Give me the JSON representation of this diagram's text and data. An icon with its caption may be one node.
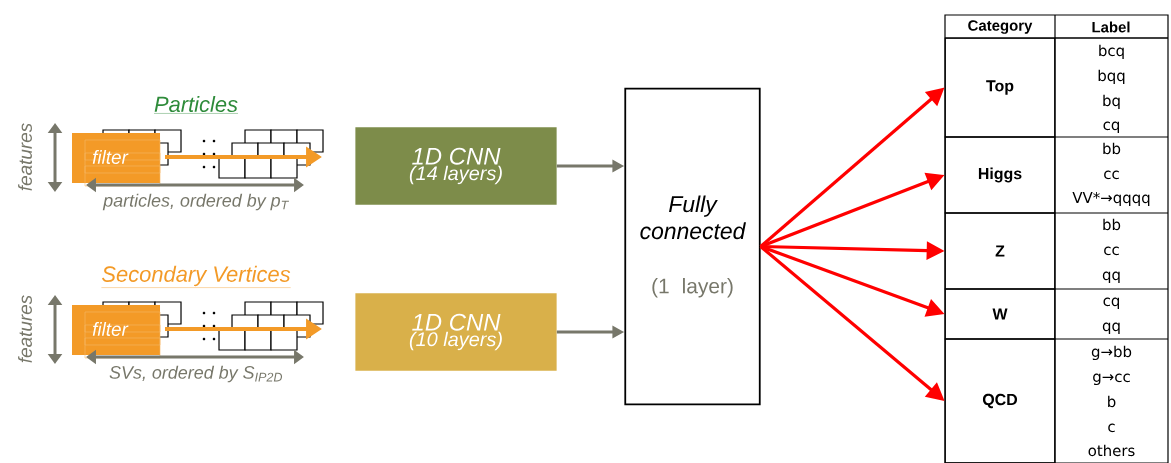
{
  "diagram": {
    "nodes": [
      {
        "text": [
          "Particles"
        ]
      },
      {
        "text": [
          "Secondary Vertices"
        ]
      },
      {
        "text": [
          "1D CNN",
          "(14 layers)"
        ]
      },
      {
        "text": [
          "1D CNN",
          "(10 layers)"
        ]
      },
      {
        "text": [
          "Fully connected",
          "(1 layer)"
        ]
      },
      {
        "text": [
          "Top"
        ]
      },
      {
        "text": [
          "Higgs"
        ]
      },
      {
        "text": [
          "Z"
        ]
      },
      {
        "text": [
          "W"
        ]
      },
      {
        "text": [
          "QCD"
        ]
      }
    ],
    "edges": [
      {
        "from": 2,
        "to": 4,
        "arrow": "to",
        "color": "#77776a"
      },
      {
        "from": 3,
        "to": 4,
        "arrow": "to",
        "color": "#77776a"
      },
      {
        "from": 4,
        "to": 5,
        "arrow": "to"
      },
      {
        "from": 4,
        "to": 6,
        "arrow": "to"
      },
      {
        "from": 4,
        "to": 7,
        "arrow": "to"
      },
      {
        "from": 4,
        "to": 8,
        "arrow": "to"
      },
      {
        "from": 4,
        "to": 9,
        "arrow": "to"
      }
    ],
    "labels": [
      "features",
      "filter",
      "particles, ordered by p$_{T}$",
      "features",
      "filter",
      "SVs, ordered by S$_{IP2D}$",
      "Category",
      "Label",
      "bcq",
      "bqq",
      "bq",
      "cq",
      "bb",
      "cc",
      "VV*→qqqq",
      "bb",
      "cc",
      "qq",
      "cq",
      "qq",
      "g→bb",
      "g→cc",
      "b",
      "c",
      "others"
    ]
  }
}
